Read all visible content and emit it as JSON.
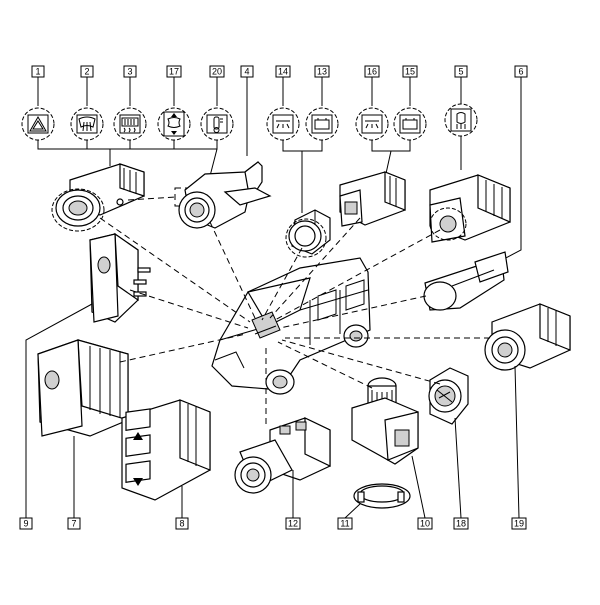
{
  "diagram": {
    "callouts": [
      "1",
      "2",
      "3",
      "17",
      "20",
      "4",
      "14",
      "13",
      "16",
      "15",
      "5",
      "6",
      "9",
      "7",
      "8",
      "12",
      "11",
      "10",
      "18",
      "19"
    ],
    "symbols": {
      "hazard": "hazard-triangle-icon",
      "rear_demist": "rear-demist-icon",
      "front_demist": "heated-windscreen-icon",
      "seat": "heated-seat-icon",
      "thermometer": "thermometer-icon",
      "interior_light_a": "interior-light-icon",
      "battery_a": "battery-icon",
      "interior_light_b": "interior-light-icon",
      "battery_b": "battery-icon",
      "fog_lamp": "fog-lamp-icon"
    },
    "colors": {
      "line": "#000000",
      "fill": "#ffffff",
      "shade": "#d0d0d0"
    }
  }
}
